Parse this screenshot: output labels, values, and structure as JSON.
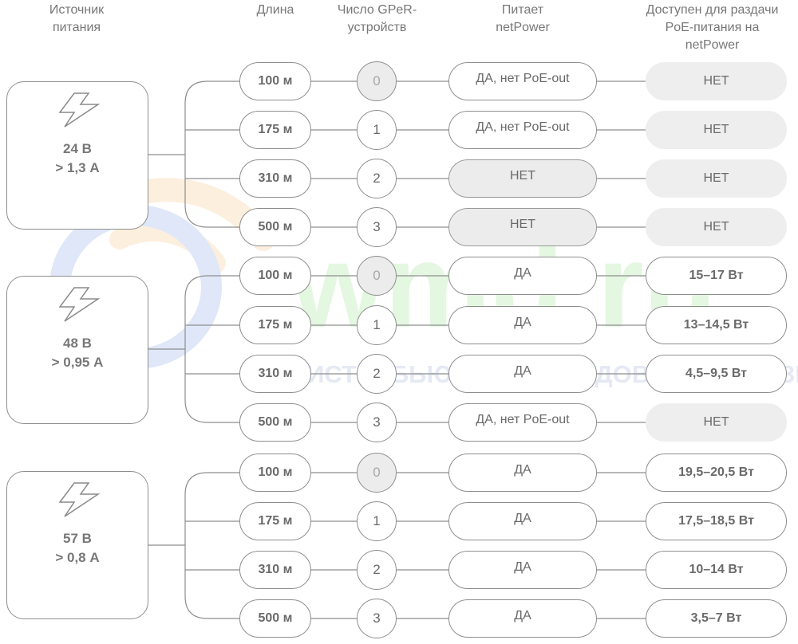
{
  "header": {
    "source": [
      "Источник",
      "питания"
    ],
    "length": [
      "Длина"
    ],
    "devices": [
      "Число GPeR-",
      "устройств"
    ],
    "powers": [
      "Питает",
      "netPower"
    ],
    "available": [
      "Доступен для раздачи",
      "PoE-питания на",
      "netPower"
    ]
  },
  "watermark": {
    "logo": "wmd.ru",
    "tagline": "ДИСТРИБЬЮТОР ОБОРУДОВАНИЯ СВЯЗИ"
  },
  "groups": [
    {
      "voltage": "24 В",
      "current": "> 1,3 А",
      "rows": [
        {
          "length": "100 м",
          "devices": "0",
          "devices_zero": true,
          "powers": "ДА, нет PoE-out",
          "powers_gray": false,
          "available": "НЕТ",
          "available_gray": true
        },
        {
          "length": "175 м",
          "devices": "1",
          "devices_zero": false,
          "powers": "ДА, нет PoE-out",
          "powers_gray": false,
          "available": "НЕТ",
          "available_gray": true
        },
        {
          "length": "310 м",
          "devices": "2",
          "devices_zero": false,
          "powers": "НЕТ",
          "powers_gray": true,
          "available": "НЕТ",
          "available_gray": true
        },
        {
          "length": "500 м",
          "devices": "3",
          "devices_zero": false,
          "powers": "НЕТ",
          "powers_gray": true,
          "available": "НЕТ",
          "available_gray": true
        }
      ]
    },
    {
      "voltage": "48 В",
      "current": "> 0,95 А",
      "rows": [
        {
          "length": "100 м",
          "devices": "0",
          "devices_zero": true,
          "powers": "ДА",
          "powers_gray": false,
          "available": "15–17 Вт",
          "available_gray": false
        },
        {
          "length": "175 м",
          "devices": "1",
          "devices_zero": false,
          "powers": "ДА",
          "powers_gray": false,
          "available": "13–14,5 Вт",
          "available_gray": false
        },
        {
          "length": "310 м",
          "devices": "2",
          "devices_zero": false,
          "powers": "ДА",
          "powers_gray": false,
          "available": "4,5–9,5 Вт",
          "available_gray": false
        },
        {
          "length": "500 м",
          "devices": "3",
          "devices_zero": false,
          "powers": "ДА, нет PoE-out",
          "powers_gray": false,
          "available": "НЕТ",
          "available_gray": true
        }
      ]
    },
    {
      "voltage": "57 В",
      "current": "> 0,8 А",
      "rows": [
        {
          "length": "100 м",
          "devices": "0",
          "devices_zero": true,
          "powers": "ДА",
          "powers_gray": false,
          "available": "19,5–20,5 Вт",
          "available_gray": false
        },
        {
          "length": "175 м",
          "devices": "1",
          "devices_zero": false,
          "powers": "ДА",
          "powers_gray": false,
          "available": "17,5–18,5 Вт",
          "available_gray": false
        },
        {
          "length": "310 м",
          "devices": "2",
          "devices_zero": false,
          "powers": "ДА",
          "powers_gray": false,
          "available": "10–14 Вт",
          "available_gray": false
        },
        {
          "length": "500 м",
          "devices": "3",
          "devices_zero": false,
          "powers": "ДА",
          "powers_gray": false,
          "available": "3,5–7 Вт",
          "available_gray": false
        }
      ]
    }
  ]
}
